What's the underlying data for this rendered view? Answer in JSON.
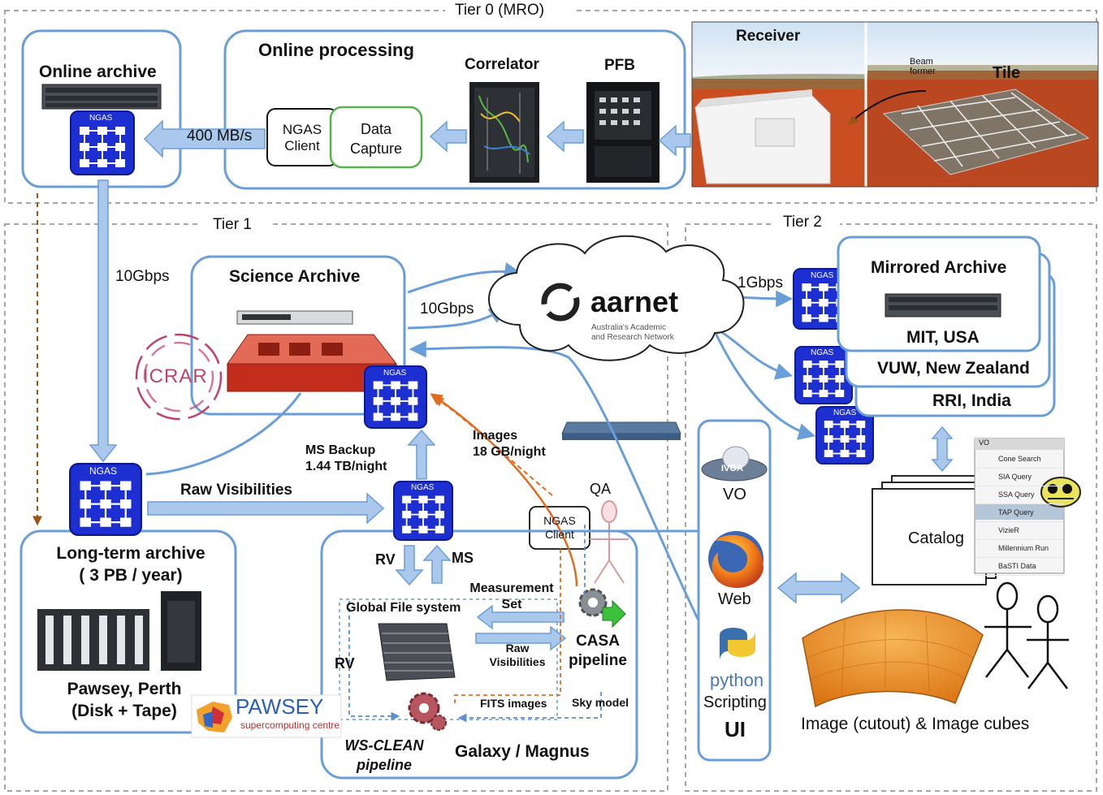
{
  "tiers": {
    "tier0": "Tier 0 (MRO)",
    "tier1": "Tier 1",
    "tier2": "Tier 2"
  },
  "tier0": {
    "online_archive": "Online archive",
    "online_processing": "Online processing",
    "correlator": "Correlator",
    "pfb": "PFB",
    "receiver": "Receiver",
    "tile": "Tile",
    "beam_former": "Beam\nformer",
    "ngas_client": [
      "NGAS",
      "Client"
    ],
    "data_capture": [
      "Data",
      "Capture"
    ],
    "rate": "400 MB/s"
  },
  "tier1": {
    "link_10gbps_a": "10Gbps",
    "link_10gbps_b": "10Gbps",
    "science_archive": "Science Archive",
    "icrar": "ICRAR",
    "ms_backup": [
      "MS Backup",
      "1.44 TB/night"
    ],
    "images": [
      "Images",
      "18 GB/night"
    ],
    "raw_visibilities": "Raw Visibilities",
    "qa": "QA",
    "ngas_client": [
      "NGAS",
      "Client"
    ],
    "rv": "RV",
    "ms": "MS",
    "rv_side": "RV",
    "measurement_set": [
      "Measurement",
      "Set"
    ],
    "global_fs": "Global File system",
    "raw_vis_small": [
      "Raw",
      "Visibilities"
    ],
    "casa": [
      "CASA",
      "pipeline"
    ],
    "fits_images": "FITS images",
    "sky_model": "Sky model",
    "long_term": [
      "Long-term archive",
      "( 3 PB / year)"
    ],
    "pawsey_loc": [
      "Pawsey, Perth",
      "(Disk + Tape)"
    ],
    "pawsey_logo": [
      "PAWSEY",
      "supercomputing centre"
    ],
    "wsclean": [
      "WS-CLEAN",
      "pipeline"
    ],
    "galaxy": "Galaxy / Magnus"
  },
  "network": {
    "aarnet": "aarnet",
    "aarnet_tagline": [
      "Australia's Academic",
      "and Research Network"
    ]
  },
  "tier2": {
    "link_1gbps": "1Gbps",
    "mirrored_archive": "Mirrored Archive",
    "mit": "MIT, USA",
    "vuw": "VUW, New Zealand",
    "rri": "RRI, India",
    "catalog": "Catalog",
    "vo_menu_title": "VO",
    "vo_menu": [
      "Cone Search",
      "SIA Query",
      "SSA Query",
      "TAP Query",
      "VizieR",
      "Millennium Run",
      "BaSTI Data"
    ],
    "vo_menu_selected": "TAP Query",
    "vo": "VO",
    "ivoa": "IVOA",
    "web": "Web",
    "python": "python",
    "scripting": "Scripting",
    "ui": "UI",
    "image_cubes": "Image (cutout) & Image cubes"
  },
  "ngas_label": "NGAS",
  "colors": {
    "box_border": "#6a9ed8",
    "arrow": "#a9c8ec",
    "ngas_blue": "#1d2fd1",
    "orange_dashed": "#e36b1f",
    "brown_dashed": "#9a5518",
    "data_capture_border": "#55b54a"
  }
}
